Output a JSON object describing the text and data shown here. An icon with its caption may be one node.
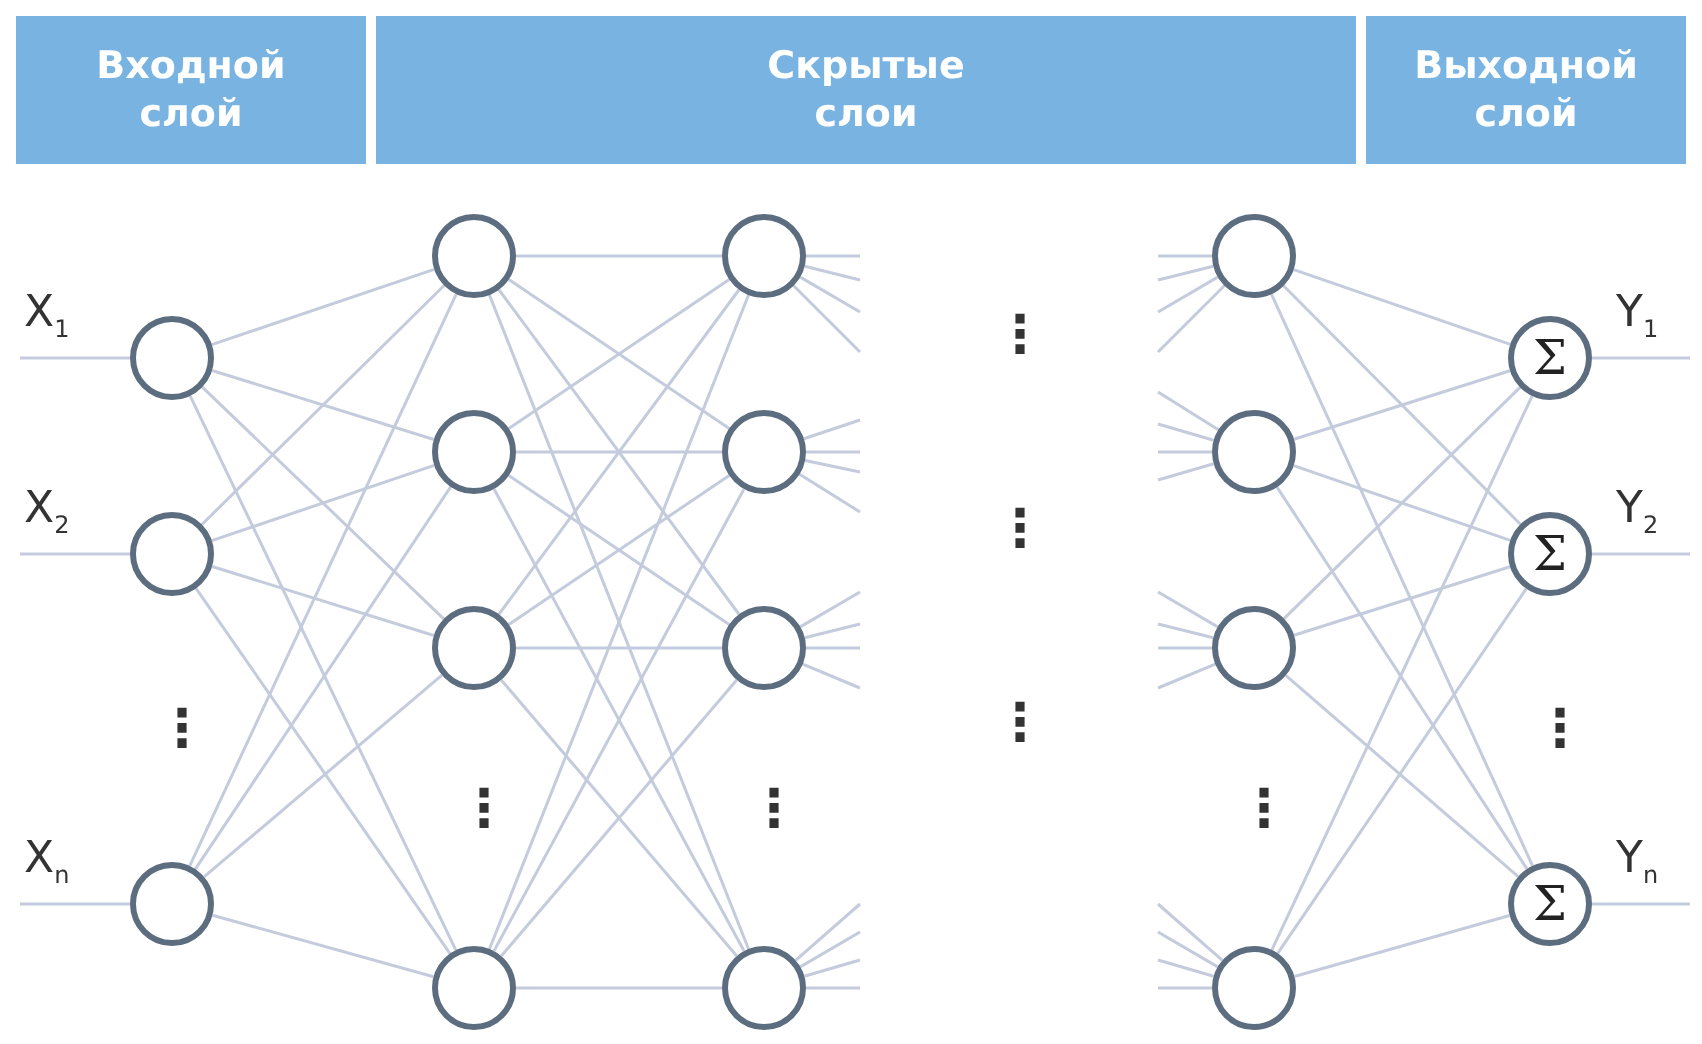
{
  "diagram": {
    "nodes": [
      {
        "text": [
          "Входной слой"
        ]
      },
      {
        "text": [
          "Скрытые слои"
        ]
      },
      {
        "text": [
          "Выходной слой"
        ]
      },
      {
        "text": [
          "X$_{1}$"
        ]
      },
      {
        "text": [
          "X$_{2}$"
        ]
      },
      {
        "text": [
          "X$_{n}$"
        ]
      },
      {
        "text": [],
        "shape": "circle"
      },
      {
        "text": [],
        "shape": "circle"
      },
      {
        "text": [],
        "shape": "circle"
      },
      {
        "text": [],
        "shape": "circle"
      },
      {
        "text": [],
        "shape": "circle"
      },
      {
        "text": [],
        "shape": "circle"
      },
      {
        "text": [],
        "shape": "circle"
      },
      {
        "text": [],
        "shape": "circle"
      },
      {
        "text": [],
        "shape": "circle"
      },
      {
        "text": [],
        "shape": "circle"
      },
      {
        "text": [],
        "shape": "circle"
      },
      {
        "text": [],
        "shape": "circle"
      },
      {
        "text": [],
        "shape": "circle"
      },
      {
        "text": [],
        "shape": "circle"
      },
      {
        "text": [],
        "shape": "circle"
      },
      {
        "text": [
          "Σ"
        ]
      },
      {
        "text": [
          "Σ"
        ]
      },
      {
        "text": [
          "Σ"
        ]
      },
      {
        "text": [
          "Y$_{1}$"
        ]
      },
      {
        "text": [
          "Y$_{2}$"
        ]
      },
      {
        "text": [
          "Y$_{n}$"
        ]
      }
    ],
    "edges": [
      {
        "from": 3,
        "to": 6,
        "arrow": "none"
      },
      {
        "from": 4,
        "to": 7,
        "arrow": "none"
      },
      {
        "from": 5,
        "to": 8,
        "arrow": "none"
      },
      {
        "from": 6,
        "to": 9,
        "arrow": "none"
      },
      {
        "from": 6,
        "to": 10,
        "arrow": "none"
      },
      {
        "from": 6,
        "to": 11,
        "arrow": "none"
      },
      {
        "from": 6,
        "to": 12,
        "arrow": "none"
      },
      {
        "from": 7,
        "to": 9,
        "arrow": "none"
      },
      {
        "from": 7,
        "to": 10,
        "arrow": "none"
      },
      {
        "from": 7,
        "to": 11,
        "arrow": "none"
      },
      {
        "from": 7,
        "to": 12,
        "arrow": "none"
      },
      {
        "from": 8,
        "to": 9,
        "arrow": "none"
      },
      {
        "from": 8,
        "to": 10,
        "arrow": "none"
      },
      {
        "from": 8,
        "to": 11,
        "arrow": "none"
      },
      {
        "from": 8,
        "to": 12,
        "arrow": "none"
      },
      {
        "from": 9,
        "to": 13,
        "arrow": "none"
      },
      {
        "from": 9,
        "to": 14,
        "arrow": "none"
      },
      {
        "from": 9,
        "to": 15,
        "arrow": "none"
      },
      {
        "from": 9,
        "to": 16,
        "arrow": "none"
      },
      {
        "from": 10,
        "to": 13,
        "arrow": "none"
      },
      {
        "from": 10,
        "to": 14,
        "arrow": "none"
      },
      {
        "from": 10,
        "to": 15,
        "arrow": "none"
      },
      {
        "from": 10,
        "to": 16,
        "arrow": "none"
      },
      {
        "from": 11,
        "to": 13,
        "arrow": "none"
      },
      {
        "from": 11,
        "to": 14,
        "arrow": "none"
      },
      {
        "from": 11,
        "to": 15,
        "arrow": "none"
      },
      {
        "from": 11,
        "to": 16,
        "arrow": "none"
      },
      {
        "from": 12,
        "to": 13,
        "arrow": "none"
      },
      {
        "from": 12,
        "to": 14,
        "arrow": "none"
      },
      {
        "from": 12,
        "to": 15,
        "arrow": "none"
      },
      {
        "from": 12,
        "to": 16,
        "arrow": "none"
      },
      {
        "from": 13,
        "to": null,
        "arrow": "none"
      },
      {
        "from": 13,
        "to": null,
        "arrow": "none"
      },
      {
        "from": 13,
        "to": null,
        "arrow": "none"
      },
      {
        "from": 13,
        "to": null,
        "arrow": "none"
      },
      {
        "from": 14,
        "to": null,
        "arrow": "none"
      },
      {
        "from": 14,
        "to": null,
        "arrow": "none"
      },
      {
        "from": 14,
        "to": null,
        "arrow": "none"
      },
      {
        "from": 14,
        "to": null,
        "arrow": "none"
      },
      {
        "from": 15,
        "to": null,
        "arrow": "none"
      },
      {
        "from": 15,
        "to": null,
        "arrow": "none"
      },
      {
        "from": 15,
        "to": null,
        "arrow": "none"
      },
      {
        "from": 15,
        "to": null,
        "arrow": "none"
      },
      {
        "from": 16,
        "to": null,
        "arrow": "none"
      },
      {
        "from": 16,
        "to": null,
        "arrow": "none"
      },
      {
        "from": 16,
        "to": null,
        "arrow": "none"
      },
      {
        "from": 16,
        "to": null,
        "arrow": "none"
      },
      {
        "from": null,
        "to": 17,
        "arrow": "none"
      },
      {
        "from": null,
        "to": 17,
        "arrow": "none"
      },
      {
        "from": null,
        "to": 17,
        "arrow": "none"
      },
      {
        "from": null,
        "to": 17,
        "arrow": "none"
      },
      {
        "from": null,
        "to": 18,
        "arrow": "none"
      },
      {
        "from": null,
        "to": 18,
        "arrow": "none"
      },
      {
        "from": null,
        "to": 18,
        "arrow": "none"
      },
      {
        "from": null,
        "to": 18,
        "arrow": "none"
      },
      {
        "from": null,
        "to": 19,
        "arrow": "none"
      },
      {
        "from": null,
        "to": 19,
        "arrow": "none"
      },
      {
        "from": null,
        "to": 19,
        "arrow": "none"
      },
      {
        "from": null,
        "to": 19,
        "arrow": "none"
      },
      {
        "from": null,
        "to": 20,
        "arrow": "none"
      },
      {
        "from": null,
        "to": 20,
        "arrow": "none"
      },
      {
        "from": null,
        "to": 20,
        "arrow": "none"
      },
      {
        "from": null,
        "to": 20,
        "arrow": "none"
      },
      {
        "from": 17,
        "to": 21,
        "arrow": "none"
      },
      {
        "from": 17,
        "to": 22,
        "arrow": "none"
      },
      {
        "from": 17,
        "to": 23,
        "arrow": "none"
      },
      {
        "from": 18,
        "to": 21,
        "arrow": "none"
      },
      {
        "from": 18,
        "to": 22,
        "arrow": "none"
      },
      {
        "from": 18,
        "to": 23,
        "arrow": "none"
      },
      {
        "from": 19,
        "to": 21,
        "arrow": "none"
      },
      {
        "from": 19,
        "to": 22,
        "arrow": "none"
      },
      {
        "from": 19,
        "to": 23,
        "arrow": "none"
      },
      {
        "from": 20,
        "to": 21,
        "arrow": "none"
      },
      {
        "from": 20,
        "to": 22,
        "arrow": "none"
      },
      {
        "from": 20,
        "to": 23,
        "arrow": "none"
      },
      {
        "from": 21,
        "to": 24,
        "arrow": "none"
      },
      {
        "from": 22,
        "to": 25,
        "arrow": "none"
      },
      {
        "from": 23,
        "to": 26,
        "arrow": "none"
      }
    ],
    "labels": [
      "⋮",
      "⋮",
      "⋮",
      "⋮",
      "⋮",
      "⋮",
      "⋮",
      "⋮"
    ]
  }
}
